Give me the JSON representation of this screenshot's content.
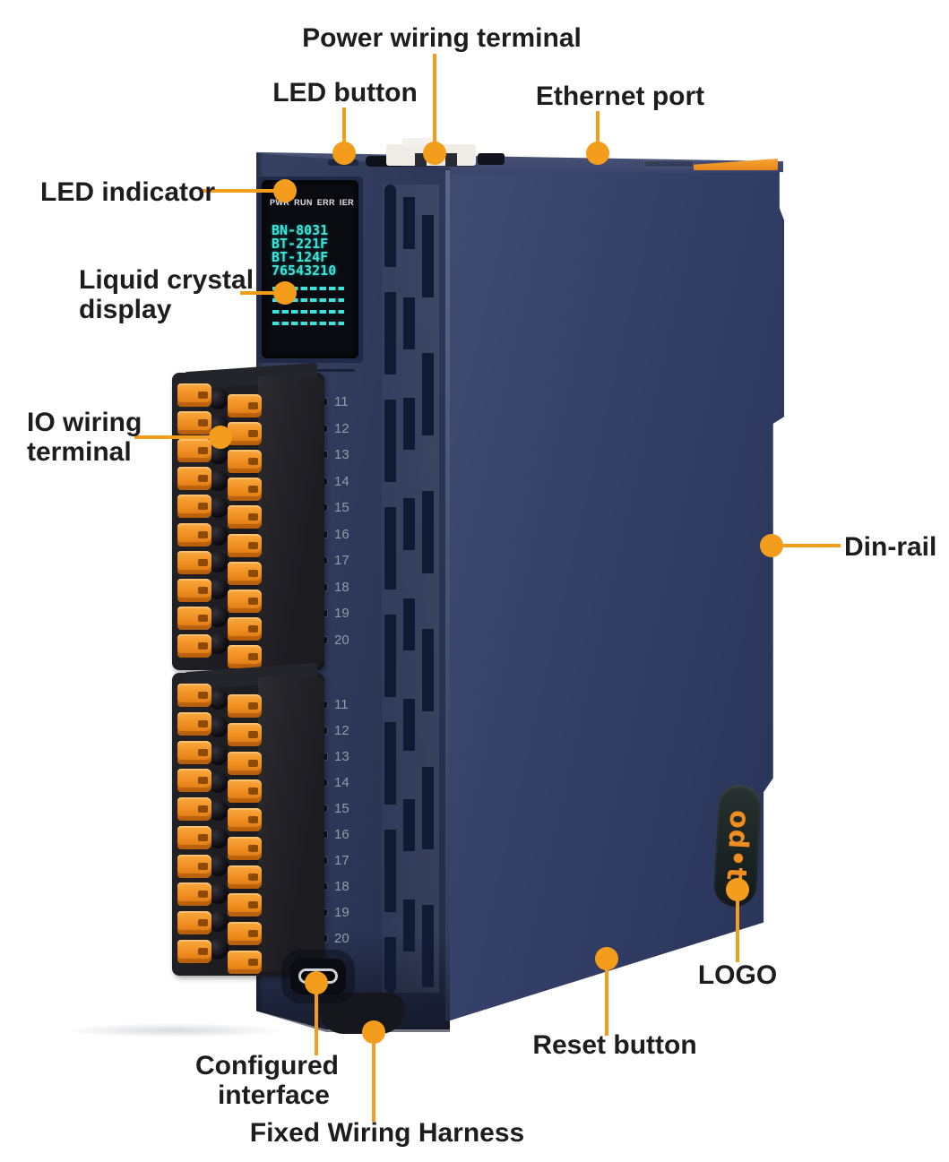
{
  "callouts": {
    "power_wiring_terminal": {
      "label": "Power wiring terminal"
    },
    "led_button": {
      "label": "LED button"
    },
    "ethernet_port": {
      "label": "Ethernet port"
    },
    "led_indicator": {
      "label": "LED indicator"
    },
    "liquid_crystal_display": {
      "line1": "Liquid crystal",
      "line2": "display"
    },
    "io_wiring_terminal": {
      "line1": "IO wiring",
      "line2": "terminal"
    },
    "din_rail": {
      "label": "Din-rail"
    },
    "logo": {
      "label": "LOGO"
    },
    "reset_button": {
      "label": "Reset button"
    },
    "configured_interface": {
      "line1": "Configured",
      "line2": "interface"
    },
    "fixed_wiring_harness": {
      "label": "Fixed Wiring Harness"
    }
  },
  "device": {
    "led_indicator_row": "PWR RUN ERR IER",
    "lcd": {
      "lines": [
        "BN-8031",
        "BT-221F",
        "BT-124F",
        "76543210"
      ],
      "dash_rows": 4
    },
    "io_blocks": [
      {
        "channel_numbers": [
          "11",
          "12",
          "13",
          "14",
          "15",
          "16",
          "17",
          "18",
          "19",
          "20"
        ]
      },
      {
        "channel_numbers": [
          "11",
          "12",
          "13",
          "14",
          "15",
          "16",
          "17",
          "18",
          "19",
          "20"
        ]
      }
    ],
    "logo_text": "od•t",
    "colors": {
      "body_navy": "#2f3a5d",
      "callout_orange": "#f49d1d",
      "terminal_orange": "#ef8d1f",
      "lcd_cyan": "#3be4da"
    }
  }
}
